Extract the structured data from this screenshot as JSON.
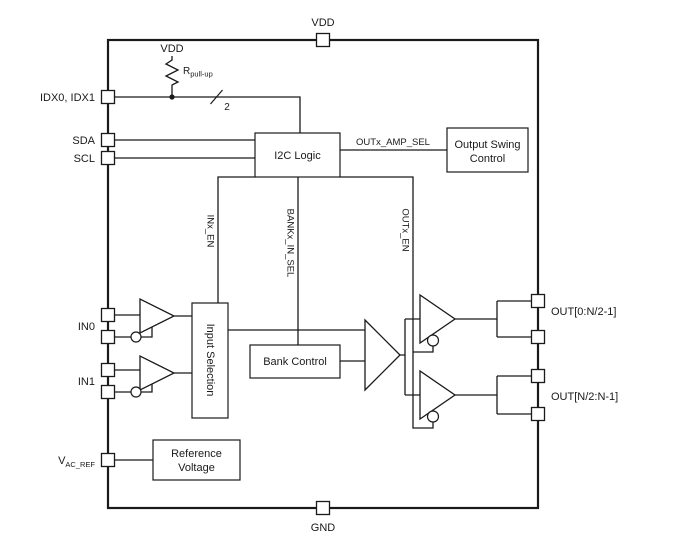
{
  "pins": {
    "vdd_top": "VDD",
    "gnd_bottom": "GND",
    "idx": "IDX0, IDX1",
    "sda": "SDA",
    "scl": "SCL",
    "in0": "IN0",
    "in1": "IN1",
    "vac_ref": {
      "base": "V",
      "sub": "AC_REF"
    },
    "out_upper": "OUT[0:N/2-1]",
    "out_lower": "OUT[N/2:N-1]"
  },
  "power": {
    "vdd_internal": "VDD",
    "r_pullup": {
      "base": "R",
      "sub": "pull-up"
    },
    "bus_width": "2"
  },
  "signals": {
    "inx_en": "INx_EN",
    "bankx_in_sel": "BANKx_IN_SEL",
    "outx_en": "OUTx_EN",
    "outx_amp_sel": "OUTx_AMP_SEL"
  },
  "blocks": {
    "i2c_logic": "I2C Logic",
    "output_swing": {
      "line1": "Output Swing",
      "line2": "Control"
    },
    "input_selection": "Input Selection",
    "bank_control": "Bank Control",
    "reference_voltage": {
      "line1": "Reference",
      "line2": "Voltage"
    }
  },
  "colors": {
    "line": "#1a1a1a",
    "background": "#ffffff"
  }
}
